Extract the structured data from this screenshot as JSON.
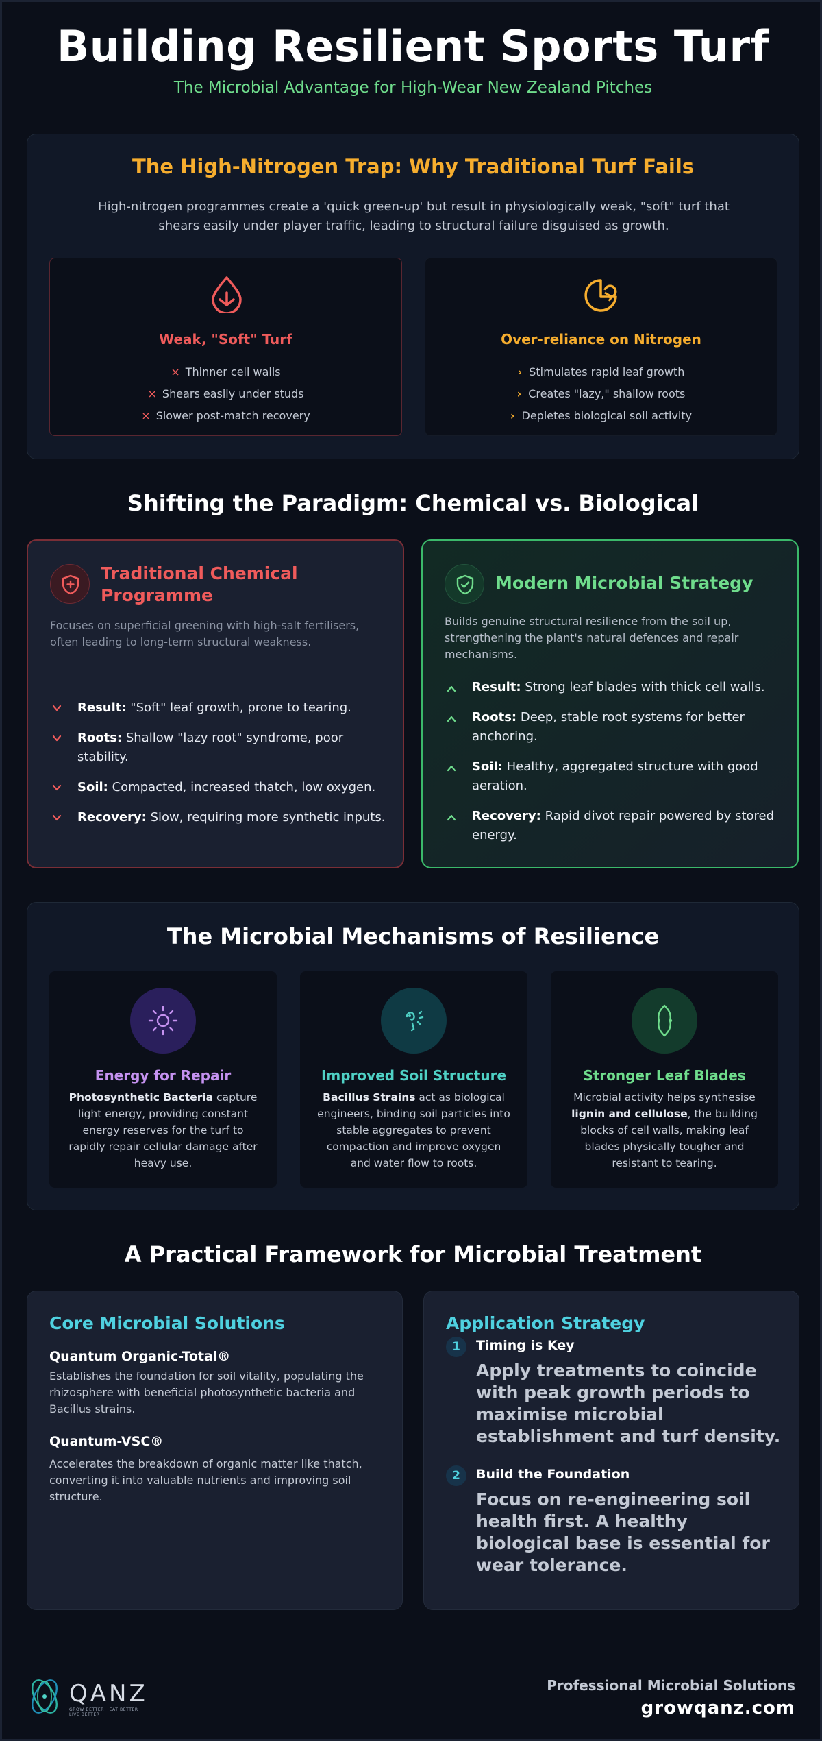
{
  "header": {
    "title": "Building Resilient Sports Turf",
    "subtitle": "The Microbial Advantage for High-Wear New Zealand Pitches"
  },
  "trap": {
    "title": "The High-Nitrogen Trap: Why Traditional Turf Fails",
    "description": "High-nitrogen programmes create a 'quick green-up' but result in physiologically weak, \"soft\" turf that shears easily under player traffic, leading to structural failure disguised as growth.",
    "cards": [
      {
        "icon": "leaf-drop-icon",
        "title": "Weak, \"Soft\" Turf",
        "items": [
          "Thinner cell walls",
          "Shears easily under studs",
          "Slower post-match recovery"
        ]
      },
      {
        "icon": "pie-chart-icon",
        "title": "Over-reliance on Nitrogen",
        "items": [
          "Stimulates rapid leaf growth",
          "Creates \"lazy,\" shallow roots",
          "Depletes biological soil activity"
        ]
      }
    ]
  },
  "paradigm": {
    "title": "Shifting the Paradigm: Chemical vs. Biological",
    "chemical": {
      "title": "Traditional Chemical Programme",
      "description": "Focuses on superficial greening with high-salt fertilisers, often leading to long-term structural weakness.",
      "items": [
        {
          "label": "Result:",
          "text": " \"Soft\" leaf growth, prone to tearing."
        },
        {
          "label": "Roots:",
          "text": " Shallow \"lazy root\" syndrome, poor stability."
        },
        {
          "label": "Soil:",
          "text": " Compacted, increased thatch, low oxygen."
        },
        {
          "label": "Recovery:",
          "text": " Slow, requiring more synthetic inputs."
        }
      ]
    },
    "microbial": {
      "title": "Modern Microbial Strategy",
      "description": "Builds genuine structural resilience from the soil up, strengthening the plant's natural defences and repair mechanisms.",
      "items": [
        {
          "label": "Result:",
          "text": " Strong leaf blades with thick cell walls."
        },
        {
          "label": "Roots:",
          "text": " Deep, stable root systems for better anchoring."
        },
        {
          "label": "Soil:",
          "text": " Healthy, aggregated structure with good aeration."
        },
        {
          "label": "Recovery:",
          "text": " Rapid divot repair powered by stored energy."
        }
      ]
    }
  },
  "mechanisms": {
    "title": "The Microbial Mechanisms of Resilience",
    "cards": [
      {
        "icon": "sun-icon",
        "title": "Energy for Repair",
        "bold": "Photosynthetic Bacteria",
        "pre": "",
        "post": " capture light energy, providing constant energy reserves for the turf to rapidly repair cellular damage after heavy use.",
        "color": "#c592f0",
        "bg": "#2a1f5c"
      },
      {
        "icon": "microbe-icon",
        "title": "Improved Soil Structure",
        "bold": "Bacillus Strains",
        "pre": "",
        "post": " act as biological engineers, binding soil particles into stable aggregates to prevent compaction and improve oxygen and water flow to roots.",
        "color": "#4fd1c5",
        "bg": "#0f3a44"
      },
      {
        "icon": "leaf-blade-icon",
        "title": "Stronger Leaf Blades",
        "bold": "lignin and cellulose",
        "pre": "Microbial activity helps synthesise ",
        "post": ", the building blocks of cell walls, making leaf blades physically tougher and resistant to tearing.",
        "color": "#6fdc8c",
        "bg": "#133b2c"
      }
    ]
  },
  "framework": {
    "title": "A Practical Framework for Microbial Treatment",
    "core": {
      "title": "Core Microbial Solutions",
      "products": [
        {
          "name": "Quantum Organic-Total®",
          "description": "Establishes the foundation for soil vitality, populating the rhizosphere with beneficial photosynthetic bacteria and Bacillus strains."
        },
        {
          "name": "Quantum-VSC®",
          "description": "Accelerates the breakdown of organic matter like thatch, converting it into valuable nutrients and improving soil structure."
        }
      ]
    },
    "strategy": {
      "title": "Application Strategy",
      "steps": [
        {
          "number": "1",
          "title": "Timing is Key",
          "body": "Apply treatments to coincide with peak growth periods to maximise microbial establishment and turf density."
        },
        {
          "number": "2",
          "title": "Build the Foundation",
          "body": "Focus on re-engineering soil health first. A healthy biological base is essential for wear tolerance."
        }
      ]
    }
  },
  "footer": {
    "logo_text": "QANZ",
    "logo_tagline": "GROW BETTER · EAT BETTER · LIVE BETTER",
    "tagline": "Professional Microbial Solutions",
    "url": "growqanz.com"
  },
  "colors": {
    "background": "#0b0f19",
    "accent_green": "#6fdc8c",
    "accent_orange": "#f6ad2e",
    "accent_red": "#ef5b5b",
    "accent_cyan": "#4fd1e0"
  }
}
